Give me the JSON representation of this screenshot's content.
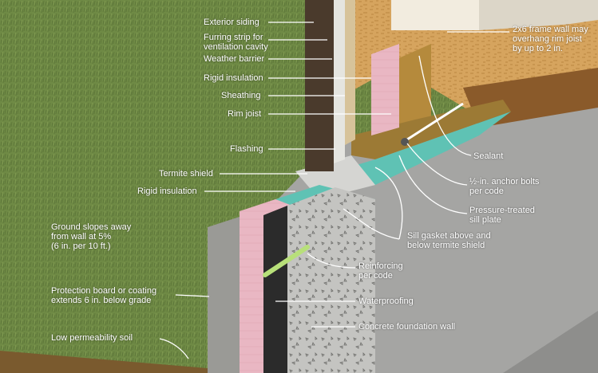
{
  "labels": {
    "exterior_siding": "Exterior siding",
    "furring_strip": [
      "Furring strip for",
      "ventilation cavity"
    ],
    "weather_barrier": "Weather barrier",
    "rigid_insulation_upper": "Rigid insulation",
    "sheathing": "Sheathing",
    "rim_joist": "Rim joist",
    "flashing": "Flashing",
    "termite_shield": "Termite shield",
    "rigid_insulation_lower": "Rigid insulation",
    "frame_wall_overhang": [
      "2x6 frame wall may",
      "overhang rim joist",
      "by up to 2 in."
    ],
    "sealant": "Sealant",
    "anchor_bolts": [
      "½-in. anchor bolts",
      "per code"
    ],
    "sill_plate": [
      "Pressure-treated",
      "sill plate"
    ],
    "sill_gasket": [
      "Sill gasket above and",
      "below termite shield"
    ],
    "reinforcing": [
      "Reinforcing",
      "per code"
    ],
    "waterproofing": "Waterproofing",
    "concrete_wall": "Concrete foundation wall",
    "ground_slope": [
      "Ground slopes away",
      "from wall at 5%",
      "(6 in. per 10 ft.)"
    ],
    "protection_board": [
      "Protection board or coating",
      "extends 6 in. below grade"
    ],
    "low_perm_soil": "Low permeability soil"
  },
  "colors": {
    "grass": "#6f8a45",
    "osb": "#d6a45e",
    "lumber": "#b58a3c",
    "pink_insulation": "#e9b7c3",
    "teal_gasket": "#5fc2b4",
    "concrete": "#b9b9b6",
    "slab": "#a5a5a3",
    "waterproofing": "#2b2b2b",
    "siding": "#4a3a2c",
    "label_text": "#ffffff"
  }
}
